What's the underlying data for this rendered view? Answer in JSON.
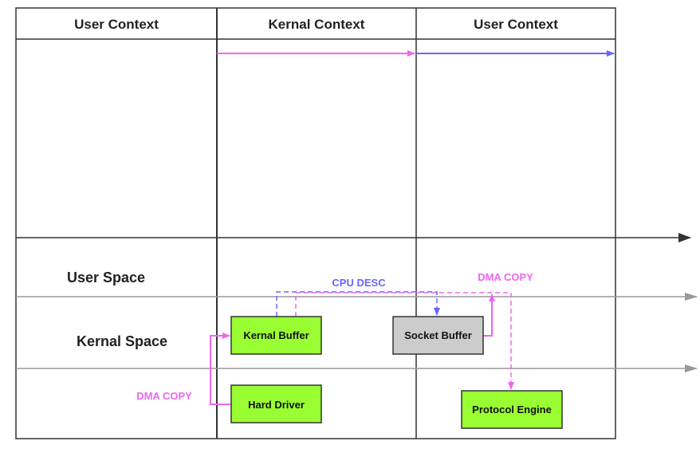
{
  "headers": {
    "col1": "User Context",
    "col2": "Kernal Context",
    "col3": "User Context"
  },
  "rows": {
    "user_space": "User Space",
    "kernel_space": "Kernal Space"
  },
  "boxes": {
    "kernel_buffer": "Kernal Buffer",
    "hard_driver": "Hard Driver",
    "socket_buffer": "Socket Buffer",
    "protocol_engine": "Protocol Engine"
  },
  "labels": {
    "cpu_desc": "CPU DESC",
    "dma_copy_top": "DMA COPY",
    "dma_copy_left": "DMA COPY"
  },
  "colors": {
    "magenta": "#ee66ee",
    "blue": "#6666ff",
    "green": "#99ff33",
    "gray_box": "#cccccc",
    "border": "#333333",
    "axis_gray": "#999999"
  }
}
